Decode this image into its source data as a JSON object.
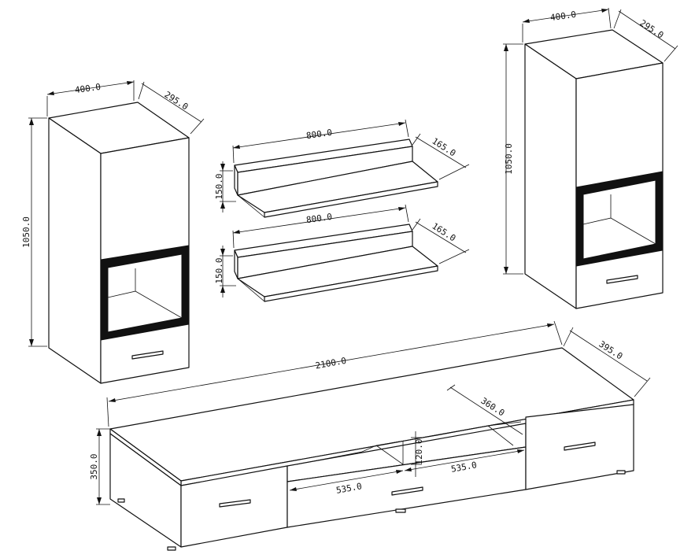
{
  "dimensions": {
    "left_cabinet": {
      "width": "400.0",
      "depth": "295.0",
      "height": "1050.0"
    },
    "right_cabinet": {
      "width": "400.0",
      "depth": "295.0",
      "height": "1050.0"
    },
    "upper_shelf": {
      "length": "800.0",
      "depth": "165.0",
      "height": "150.0"
    },
    "lower_shelf": {
      "length": "800.0",
      "depth": "165.0",
      "height": "150.0"
    },
    "tv_stand": {
      "length": "2100.0",
      "depth": "395.0",
      "height": "350.0",
      "inner_depth": "360.0",
      "niche_height": "120.0",
      "niche_left_width": "535.0",
      "niche_right_width": "535.0"
    }
  }
}
